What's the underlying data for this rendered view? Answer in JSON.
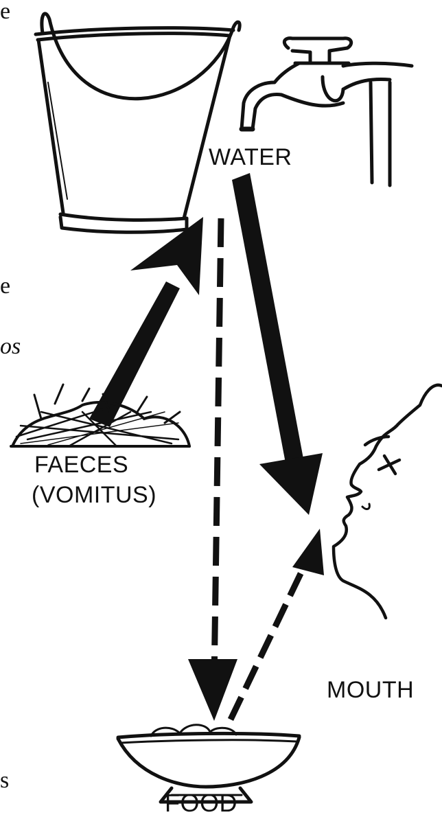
{
  "labels": {
    "water": "WATER",
    "faeces": "FAECES",
    "vomitus": "(VOMITUS)",
    "mouth": "MOUTH",
    "food": "FOOD"
  },
  "margin_fragments": {
    "top": "e",
    "middle_1": "e",
    "middle_2": "os",
    "bottom": "s"
  },
  "colors": {
    "ink": "#111111",
    "background": "#ffffff"
  },
  "icons": [
    "bucket-icon",
    "tap-icon",
    "faeces-pile-icon",
    "face-profile-icon",
    "food-bowl-icon"
  ]
}
